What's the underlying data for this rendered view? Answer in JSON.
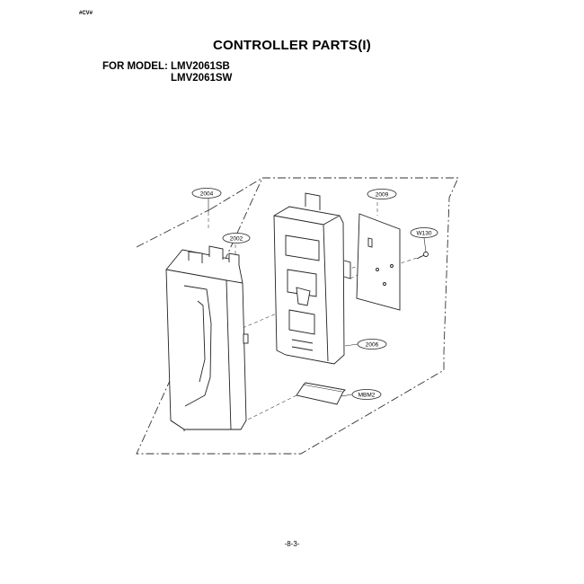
{
  "header": {
    "corner_mark": "#CV#",
    "title": "CONTROLLER PARTS(I)",
    "model_label": "FOR MODEL:",
    "models": [
      "LMV2061SB",
      "LMV2061SW"
    ]
  },
  "callouts": {
    "door_assembly": "2004",
    "control_panel": "2002",
    "pcb": "2009",
    "screw": "W130",
    "frame": "2006",
    "membrane": "MBM2"
  },
  "footer": {
    "page_number": "-8-3-"
  }
}
